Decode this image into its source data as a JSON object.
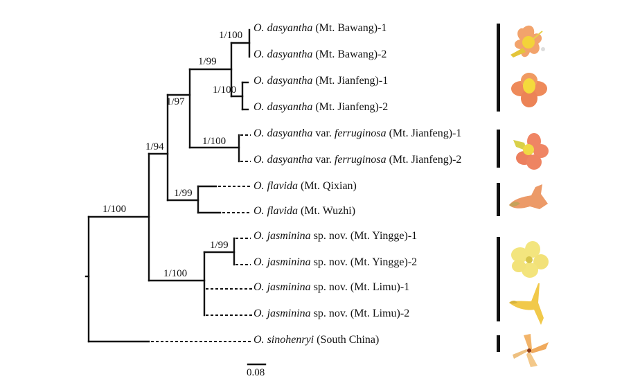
{
  "figure": {
    "type": "phylogenetic-tree",
    "scale_bar": {
      "label": "0.08"
    },
    "tips": [
      {
        "genus": "O.",
        "epithet": "dasyantha",
        "mid": "",
        "rest": " (Mt. Bawang)-1",
        "line": "dash-none"
      },
      {
        "genus": "O.",
        "epithet": "dasyantha",
        "mid": "",
        "rest": " (Mt. Bawang)-2"
      },
      {
        "genus": "O.",
        "epithet": "dasyantha",
        "mid": "",
        "rest": " (Mt. Jianfeng)-1"
      },
      {
        "genus": "O.",
        "epithet": "dasyantha",
        "mid": "",
        "rest": " (Mt. Jianfeng)-2"
      },
      {
        "genus": "O.",
        "epithet": "dasyantha",
        "mid": " var. ",
        "epithet2": "ferruginosa",
        "rest": " (Mt. Jianfeng)-1"
      },
      {
        "genus": "O.",
        "epithet": "dasyantha",
        "mid": " var. ",
        "epithet2": "ferruginosa",
        "rest": " (Mt. Jianfeng)-2"
      },
      {
        "genus": "O.",
        "epithet": "flavida",
        "mid": "",
        "rest": " (Mt. Qixian)"
      },
      {
        "genus": "O.",
        "epithet": "flavida",
        "mid": "",
        "rest": " (Mt. Wuzhi)"
      },
      {
        "genus": "O.",
        "epithet": "jasminina",
        "mid": " sp. nov.",
        "rest": " (Mt. Yingge)-1"
      },
      {
        "genus": "O.",
        "epithet": "jasminina",
        "mid": " sp. nov.",
        "rest": " (Mt. Yingge)-2"
      },
      {
        "genus": "O.",
        "epithet": "jasminina",
        "mid": " sp. nov.",
        "rest": " (Mt. Limu)-1"
      },
      {
        "genus": "O.",
        "epithet": "jasminina",
        "mid": " sp. nov.",
        "rest": " (Mt. Limu)-2"
      },
      {
        "genus": "O.",
        "epithet": "sinohenryi",
        "mid": "",
        "rest": " (South China)"
      }
    ],
    "support_values": {
      "root_ingroup": "1/100",
      "dasyantha_flavida": "1/94",
      "dasyantha_all": "1/97",
      "dasyantha_typical": "1/99",
      "bawang": "1/100",
      "jianfeng": "1/100",
      "ferruginosa": "1/100",
      "flavida": "1/99",
      "jasminina": "1/100",
      "yingge": "1/99"
    },
    "clade_groups": [
      {
        "name": "O. dasyantha",
        "tips": [
          0,
          3
        ],
        "flower_colors": [
          "#f0a16a",
          "#ee8a5c"
        ]
      },
      {
        "name": "O. dasyantha var. ferruginosa",
        "tips": [
          4,
          5
        ],
        "flower_colors": [
          "#ee8464"
        ]
      },
      {
        "name": "O. flavida",
        "tips": [
          6,
          7
        ],
        "flower_colors": [
          "#eb9a6c"
        ]
      },
      {
        "name": "O. jasminina",
        "tips": [
          8,
          11
        ],
        "flower_colors": [
          "#f3e27a",
          "#f0c84a"
        ]
      },
      {
        "name": "O. sinohenryi",
        "tips": [
          12,
          12
        ],
        "flower_colors": [
          "#f2b66a"
        ]
      }
    ]
  }
}
